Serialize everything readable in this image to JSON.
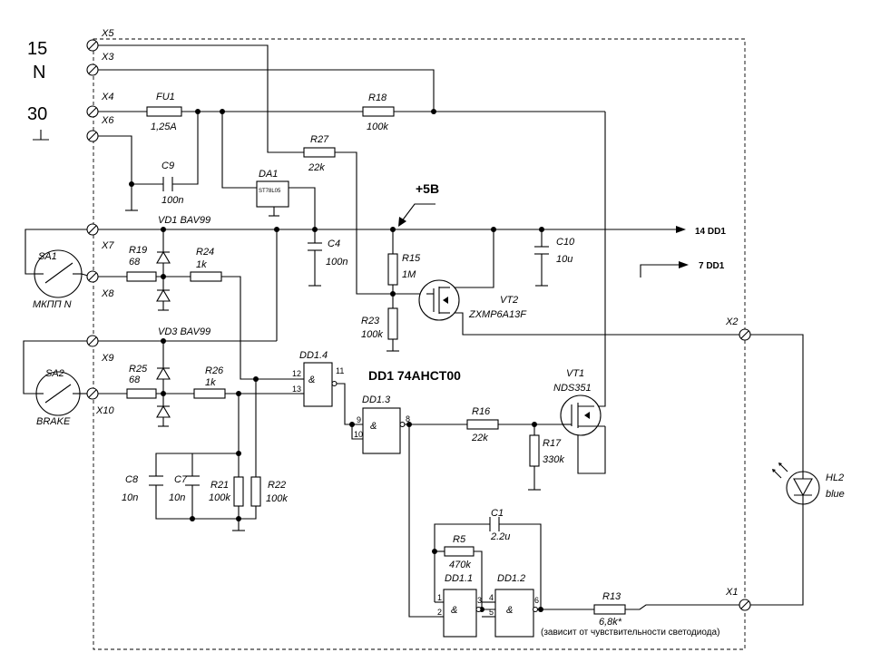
{
  "power_labels": {
    "p15": "15",
    "pN": "N",
    "p30": "30"
  },
  "terminals": {
    "x1": "X1",
    "x2": "X2",
    "x3": "X3",
    "x4": "X4",
    "x5": "X5",
    "x6": "X6",
    "x7": "X7",
    "x8": "X8",
    "x9": "X9",
    "x10": "X10"
  },
  "components": {
    "fu1": {
      "name": "FU1",
      "value": "1,25A"
    },
    "c9": {
      "name": "C9",
      "value": "100n"
    },
    "da1": {
      "name": "DA1",
      "value": "ST78L05"
    },
    "r18": {
      "name": "R18",
      "value": "100k"
    },
    "r27": {
      "name": "R27",
      "value": "22k"
    },
    "c4": {
      "name": "C4",
      "value": "100n"
    },
    "c10": {
      "name": "C10",
      "value": "10u"
    },
    "r15": {
      "name": "R15",
      "value": "1M"
    },
    "r23": {
      "name": "R23",
      "value": "100k"
    },
    "vt2": {
      "name": "VT2",
      "value": "ZXMP6A13F"
    },
    "vd1": {
      "label": "VD1 BAV99"
    },
    "vd3": {
      "label": "VD3 BAV99"
    },
    "r19": {
      "name": "R19",
      "value": "68"
    },
    "r24": {
      "name": "R24",
      "value": "1k"
    },
    "r25": {
      "name": "R25",
      "value": "68"
    },
    "r26": {
      "name": "R26",
      "value": "1k"
    },
    "sa1": {
      "name": "SA1",
      "value": "МКПП N"
    },
    "sa2": {
      "name": "SA2",
      "value": "BRAKE"
    },
    "dd14": {
      "name": "DD1.4"
    },
    "dd13": {
      "name": "DD1.3"
    },
    "dd11": {
      "name": "DD1.1"
    },
    "dd12": {
      "name": "DD1.2"
    },
    "vt1": {
      "name": "VT1",
      "value": "NDS351"
    },
    "r16": {
      "name": "R16",
      "value": "22k"
    },
    "r17": {
      "name": "R17",
      "value": "330k"
    },
    "c8": {
      "name": "C8",
      "value": "10n"
    },
    "c7": {
      "name": "C7",
      "value": "10n"
    },
    "r21": {
      "name": "R21",
      "value": "100k"
    },
    "r22": {
      "name": "R22",
      "value": "100k"
    },
    "c1": {
      "name": "C1",
      "value": "2.2u"
    },
    "r5": {
      "name": "R5",
      "value": "470k"
    },
    "r13": {
      "name": "R13",
      "value": "6,8k*"
    },
    "hl2": {
      "name": "HL2",
      "value": "blue"
    }
  },
  "gate_symbol": "&",
  "pins": {
    "p12": "12",
    "p13": "13",
    "p11": "11",
    "p9": "9",
    "p10": "10",
    "p8": "8",
    "p1": "1",
    "p2": "2",
    "p3": "3",
    "p4": "4",
    "p5": "5",
    "p6": "6"
  },
  "supply_label": "+5В",
  "chip_label": "DD1 74AHCT00",
  "out14": "14 DD1",
  "out7": "7 DD1",
  "note": "(зависит от чувствительности светодиода)"
}
